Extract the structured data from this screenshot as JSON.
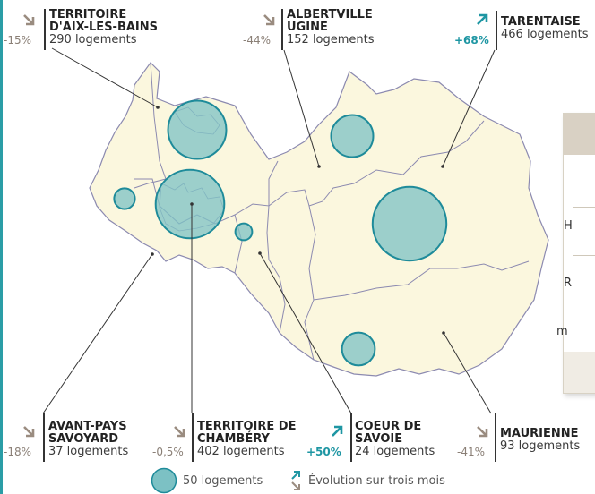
{
  "regions": [
    {
      "id": "aix",
      "name": "TERRITOIRE D'AIX-LES-BAINS",
      "name_lines": [
        "TERRITOIRE",
        "D'AIX-LES-BAINS"
      ],
      "count": "290 logements",
      "change": "-15%",
      "trend": "down"
    },
    {
      "id": "albertville",
      "name": "ALBERTVILLE UGINE",
      "name_lines": [
        "ALBERTVILLE",
        "UGINE"
      ],
      "count": "152 logements",
      "change": "-44%",
      "trend": "down"
    },
    {
      "id": "tarentaise",
      "name": "TARENTAISE",
      "name_lines": [
        "TARENTAISE"
      ],
      "count": "466 logements",
      "change": "+68%",
      "trend": "up"
    },
    {
      "id": "avant-pays",
      "name": "AVANT-PAYS SAVOYARD",
      "name_lines": [
        "AVANT-PAYS",
        "SAVOYARD"
      ],
      "count": "37 logements",
      "change": "-18%",
      "trend": "down"
    },
    {
      "id": "chambery",
      "name": "TERRITOIRE DE CHAMBÉRY",
      "name_lines": [
        "TERRITOIRE DE",
        "CHAMBÉRY"
      ],
      "count": "402 logements",
      "change": "-0,5%",
      "trend": "down"
    },
    {
      "id": "coeur",
      "name": "COEUR DE SAVOIE",
      "name_lines": [
        "COEUR DE",
        "SAVOIE"
      ],
      "count": "24 logements",
      "change": "+50%",
      "trend": "up"
    },
    {
      "id": "maurienne",
      "name": "MAURIENNE",
      "name_lines": [
        "MAURIENNE"
      ],
      "count": "93 logements",
      "change": "-41%",
      "trend": "down"
    }
  ],
  "table_fragments": [
    "H",
    "R",
    "m"
  ],
  "legend": {
    "circle_label": "50 logements",
    "trend_label": "Évolution sur trois mois"
  },
  "colors": {
    "map_fill": "#fbf7de",
    "map_border": "#8c8ab0",
    "bubble_fill": "#7cc1c4",
    "bubble_stroke": "#1e8b9a",
    "down_arrow": "#9a8c80",
    "up_arrow": "#1e96a3",
    "frame": "#2a9da6"
  }
}
